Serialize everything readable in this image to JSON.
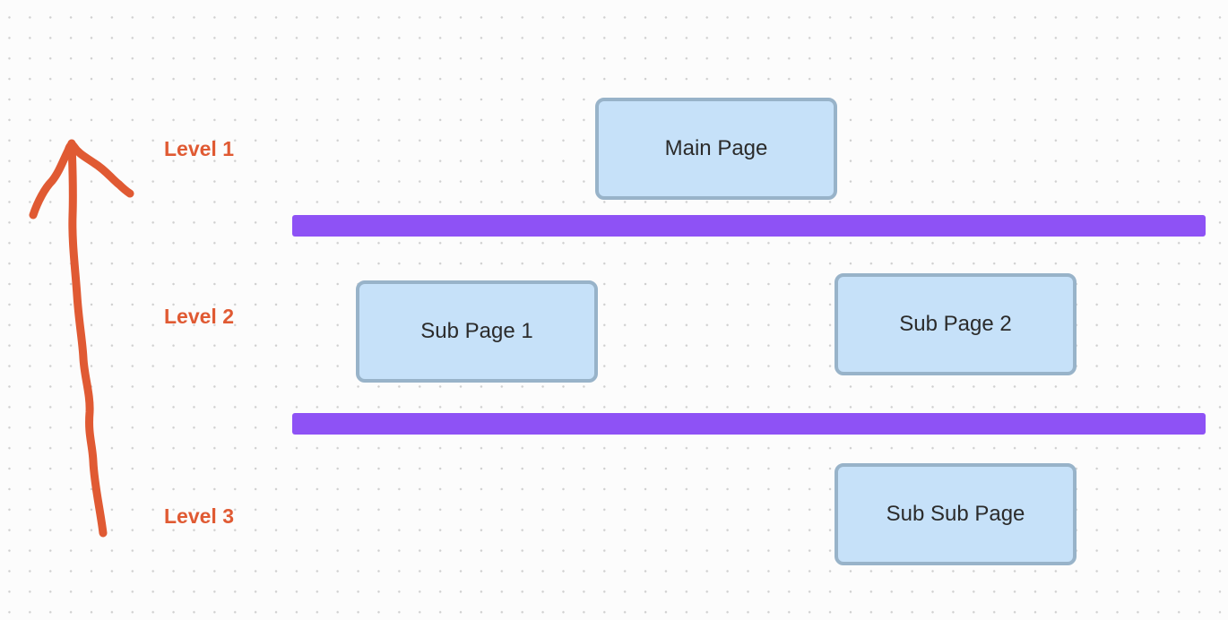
{
  "levels": {
    "level_1": "Level 1",
    "level_2": "Level 2",
    "level_3": "Level 3"
  },
  "pages": {
    "main": "Main Page",
    "sub_1": "Sub Page 1",
    "sub_2": "Sub Page 2",
    "sub_sub": "Sub Sub Page"
  },
  "colors": {
    "label": "#e05a33",
    "arrow": "#e05a33",
    "divider": "#8e52f5",
    "node_fill": "#c6e1f9",
    "node_border": "#98b3c9"
  },
  "icons": {
    "arrow": "hand-drawn-up-arrow-icon"
  }
}
